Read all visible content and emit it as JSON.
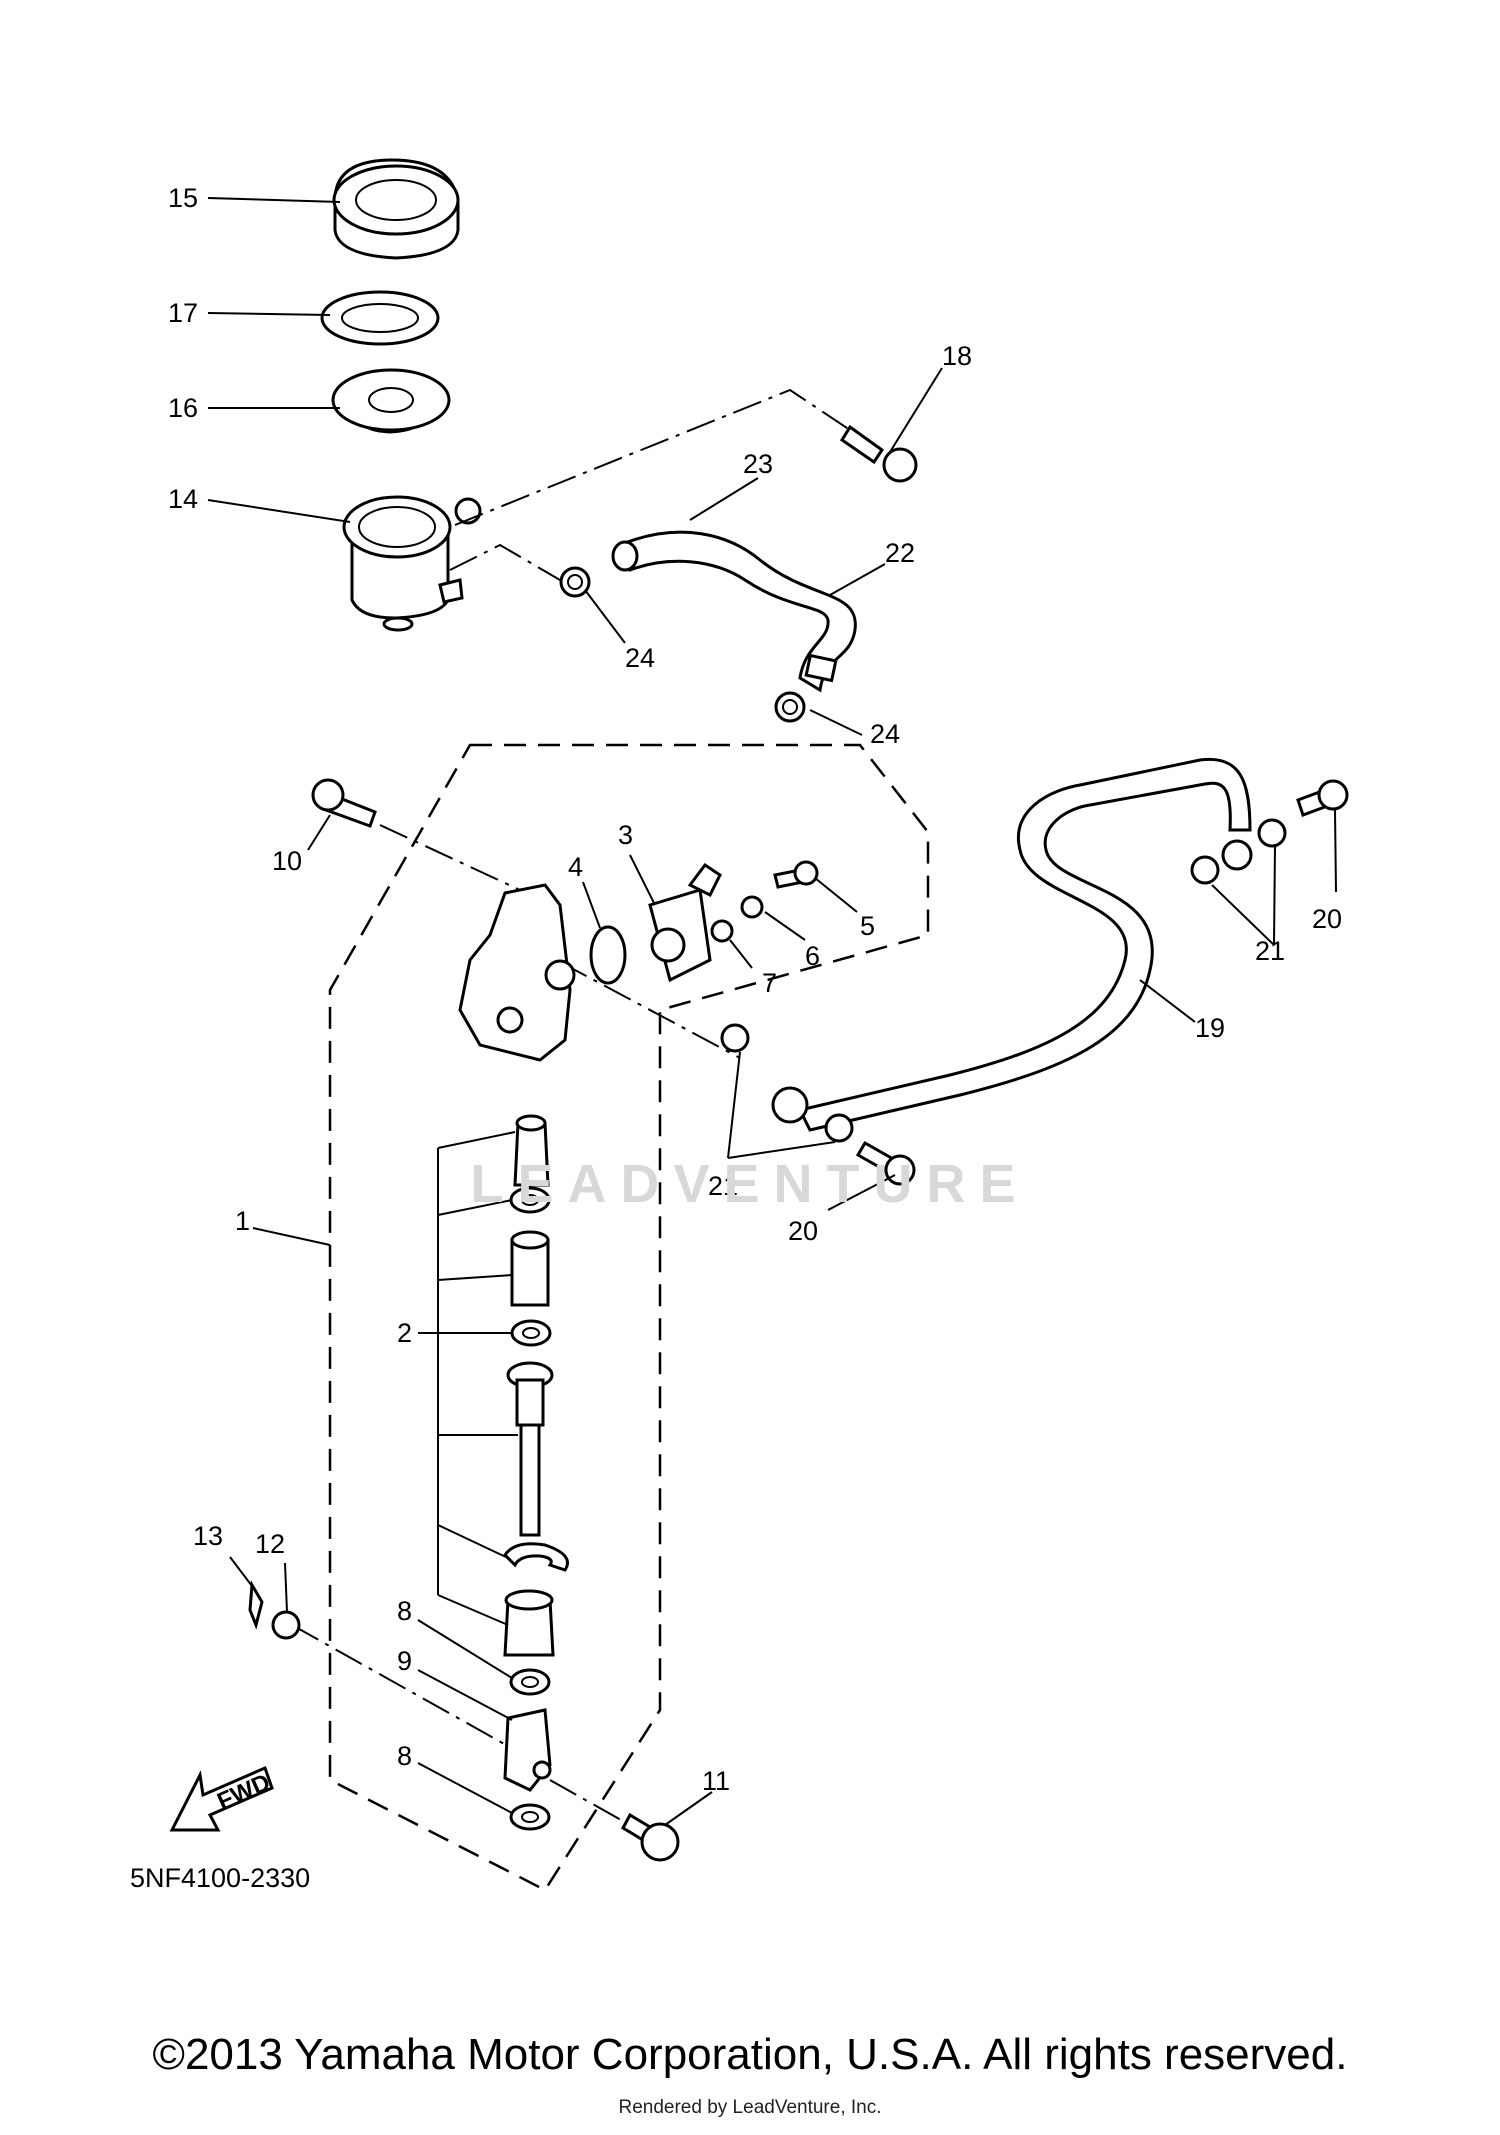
{
  "diagram_code": "5NF4100-2330",
  "fwd_label": "FWD",
  "copyright": "©2013 Yamaha Motor Corporation, U.S.A. All rights reserved.",
  "rendered_by": "Rendered by LeadVenture, Inc.",
  "watermark": "LEADVENTURE",
  "callouts": {
    "c15": "15",
    "c17": "17",
    "c16": "16",
    "c14": "14",
    "c18": "18",
    "c23": "23",
    "c22": "22",
    "c24a": "24",
    "c24b": "24",
    "c10": "10",
    "c4": "4",
    "c3": "3",
    "c5": "5",
    "c6": "6",
    "c7": "7",
    "c19": "19",
    "c21a": "21",
    "c21b": "21",
    "c20a": "20",
    "c20b": "20",
    "c1": "1",
    "c2": "2",
    "c13": "13",
    "c12": "12",
    "c8a": "8",
    "c9": "9",
    "c8b": "8",
    "c11": "11"
  }
}
